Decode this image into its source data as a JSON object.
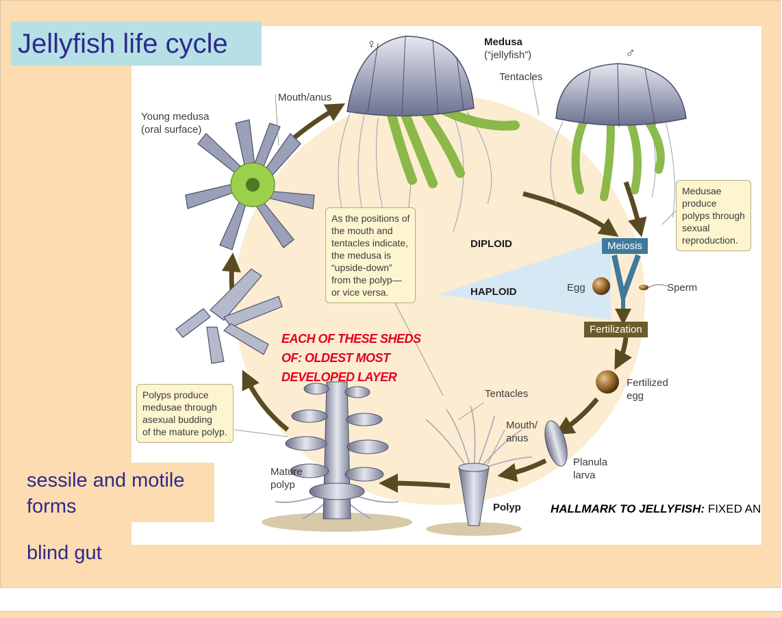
{
  "slide": {
    "title": "Jellyfish life cycle",
    "bullets": [
      "sessile and motile forms",
      "blind gut"
    ]
  },
  "labels": {
    "medusa": "Medusa",
    "medusa_sub": "(“jellyfish”)",
    "tentacles_top": "Tentacles",
    "mouth_anus_top": "Mouth/anus",
    "young_medusa_1": "Young medusa",
    "young_medusa_2": "(oral surface)",
    "diploid": "DIPLOID",
    "haploid": "HAPLOID",
    "meiosis": "Meiosis",
    "fertilization": "Fertilization",
    "egg": "Egg",
    "sperm": "Sperm",
    "fertilized_egg_1": "Fertilized",
    "fertilized_egg_2": "egg",
    "planula_1": "Planula",
    "planula_2": "larva",
    "tentacles_polyp": "Tentacles",
    "mouth_anus_polyp_1": "Mouth/",
    "mouth_anus_polyp_2": "anus",
    "polyp": "Polyp",
    "mature_polyp_1": "Mature",
    "mature_polyp_2": "polyp",
    "female_symbol": "♀",
    "male_symbol": "♂"
  },
  "callouts": {
    "orientation": [
      "As the positions of",
      "the mouth and",
      "tentacles indicate,",
      "the medusa is",
      "“upside-down”",
      "from the polyp—",
      "or vice versa."
    ],
    "medusae_produce": [
      "Medusae",
      "produce",
      "polyps through",
      "sexual",
      "reproduction."
    ],
    "polyps_produce": [
      "Polyps produce",
      "medusae through",
      "asexual budding",
      "of the mature polyp."
    ]
  },
  "annotations": {
    "red_note": [
      "EACH OF THESE SHEDS",
      "OF: OLDEST MOST",
      "DEVELOPED LAYER"
    ],
    "hallmark_bold": "HALLMARK TO JELLYFISH:",
    "hallmark_rest": " FIXED AN"
  },
  "colors": {
    "slide_bg": "#fcdcb0",
    "title_bg": "#b6e0e6",
    "title_text": "#2e2a8c",
    "arrow": "#5a4a22",
    "meiosis_box": "#3d7a9b",
    "fertilization_box": "#6b5a2c",
    "red_note": "#e3001b",
    "jelly_green": "#8cc63f",
    "bell_gray": "#8a8fa8"
  }
}
